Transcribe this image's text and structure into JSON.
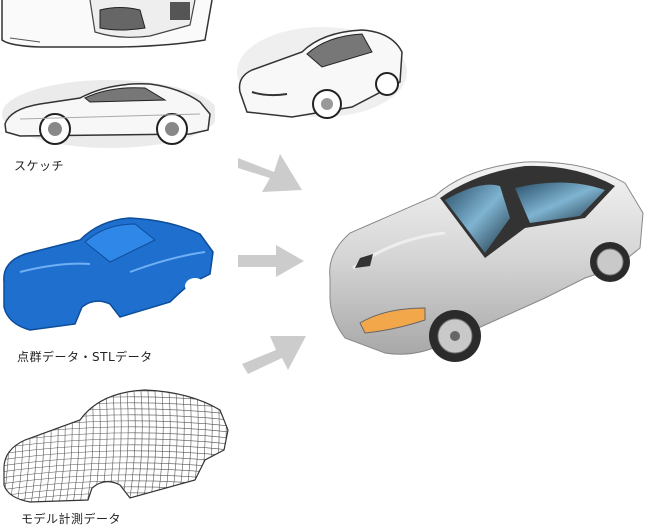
{
  "labels": {
    "sketch": "スケッチ",
    "point_cloud": "点群データ・STLデータ",
    "model_measure": "モデル計測データ"
  },
  "colors": {
    "blue_car": "#1f6fcf",
    "arrow": "#cccccc",
    "sketch_line": "#333333"
  },
  "icons": {
    "arrow": "arrow-right-icon"
  }
}
